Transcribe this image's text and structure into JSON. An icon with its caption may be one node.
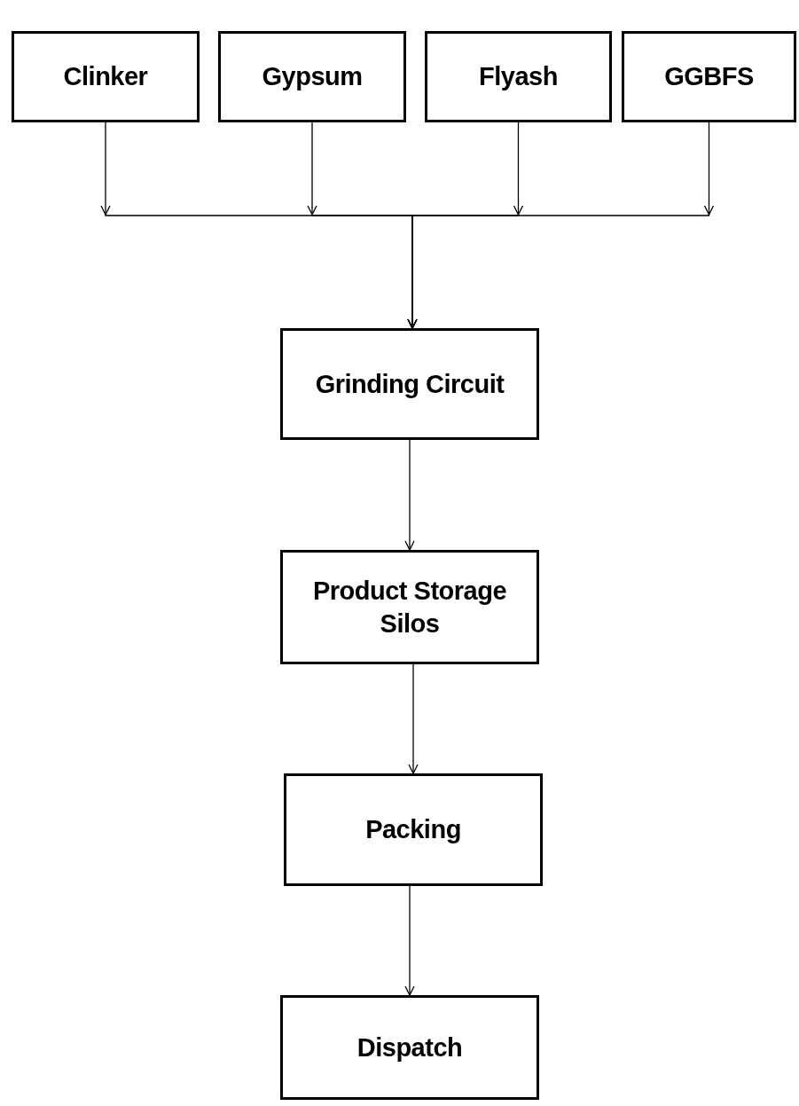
{
  "diagram": {
    "nodes": [
      {
        "text": [
          "Clinker"
        ]
      },
      {
        "text": [
          "Gypsum"
        ]
      },
      {
        "text": [
          "Flyash"
        ]
      },
      {
        "text": [
          "GGBFS"
        ]
      },
      {
        "text": [
          "Grinding Circuit"
        ]
      },
      {
        "text": [
          "Product Storage Silos"
        ]
      },
      {
        "text": [
          "Packing"
        ]
      },
      {
        "text": [
          "Dispatch"
        ]
      }
    ],
    "edges": [
      {
        "from": 0,
        "to": 4,
        "arrow": "to"
      },
      {
        "from": 1,
        "to": 4,
        "arrow": "to"
      },
      {
        "from": 2,
        "to": 4,
        "arrow": "to"
      },
      {
        "from": 3,
        "to": 4,
        "arrow": "to"
      },
      {
        "from": 4,
        "to": 5,
        "arrow": "to"
      },
      {
        "from": 5,
        "to": 6,
        "arrow": "to"
      },
      {
        "from": 6,
        "to": 7,
        "arrow": "to"
      }
    ]
  }
}
